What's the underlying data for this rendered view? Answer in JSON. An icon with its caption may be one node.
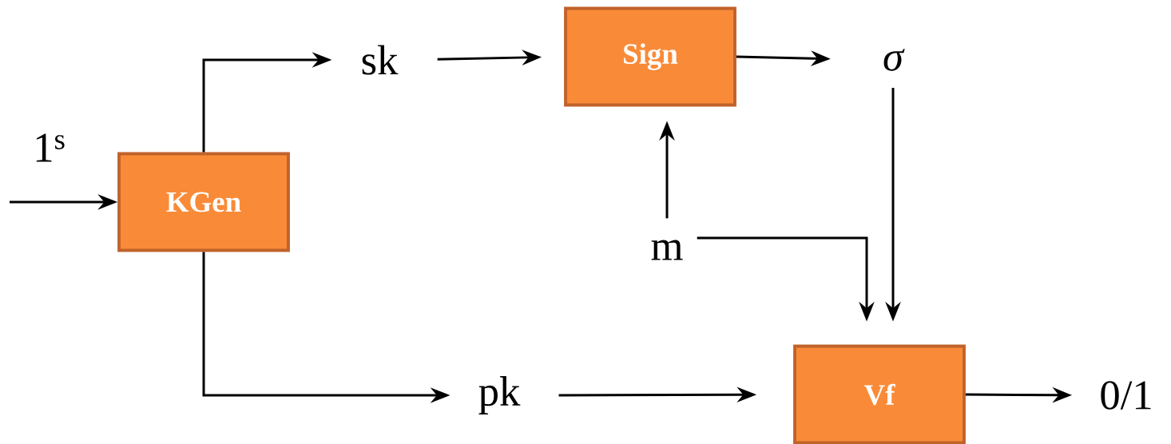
{
  "diagram": {
    "nodes": [
      {
        "text": [
          "KGen"
        ]
      },
      {
        "text": [
          "Sign"
        ]
      },
      {
        "text": [
          "Vf"
        ]
      },
      {
        "text": [
          "sk"
        ]
      },
      {
        "text": [
          "pk"
        ]
      },
      {
        "text": [
          "σ"
        ]
      },
      {
        "text": [
          "m"
        ]
      },
      {
        "text": [
          "0/1"
        ]
      }
    ],
    "edges": [
      {
        "from": null,
        "to": 0,
        "arrow": "to",
        "label": "1$^{s}$"
      },
      {
        "from": 0,
        "to": 3,
        "arrow": "to"
      },
      {
        "from": 0,
        "to": 4,
        "arrow": "to"
      },
      {
        "from": 3,
        "to": 1,
        "arrow": "to"
      },
      {
        "from": 1,
        "to": 5,
        "arrow": "to"
      },
      {
        "from": 6,
        "to": 1,
        "arrow": "to"
      },
      {
        "from": 6,
        "to": 2,
        "arrow": "to"
      },
      {
        "from": 5,
        "to": 2,
        "arrow": "to"
      },
      {
        "from": 4,
        "to": 2,
        "arrow": "to"
      },
      {
        "from": 2,
        "to": 7,
        "arrow": "to"
      }
    ]
  }
}
